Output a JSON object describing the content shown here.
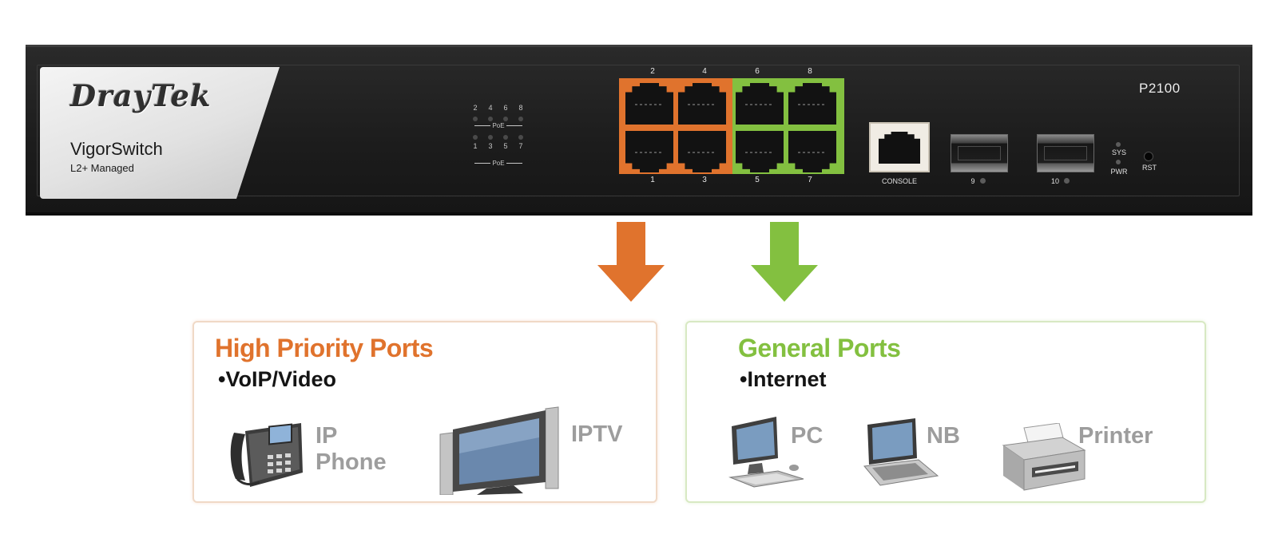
{
  "switch": {
    "brand": "DrayTek",
    "product": "VigorSwitch",
    "subtitle": "L2+ Managed",
    "model": "P2100",
    "poe_top_numbers": [
      "2",
      "4",
      "6",
      "8"
    ],
    "poe_bottom_numbers": [
      "1",
      "3",
      "5",
      "7"
    ],
    "poe_label": "PoE",
    "top_port_numbers": [
      "2",
      "4",
      "6",
      "8"
    ],
    "bottom_port_numbers": [
      "1",
      "3",
      "5",
      "7"
    ],
    "console_label": "CONSOLE",
    "sfp_labels": [
      "9",
      "10"
    ],
    "sys_label": "SYS",
    "pwr_label": "PWR",
    "rst_label": "RST"
  },
  "colors": {
    "high_priority": "#e0732d",
    "general": "#83c040"
  },
  "high_priority": {
    "title": "High Priority Ports",
    "bullet": "VoIP/Video",
    "devices": [
      {
        "icon": "ip-phone-icon",
        "label_line1": "IP",
        "label_line2": "Phone"
      },
      {
        "icon": "iptv-icon",
        "label_line1": "IPTV"
      }
    ]
  },
  "general": {
    "title": "General Ports",
    "bullet": "Internet",
    "devices": [
      {
        "icon": "pc-icon",
        "label_line1": "PC"
      },
      {
        "icon": "notebook-icon",
        "label_line1": "NB"
      },
      {
        "icon": "printer-icon",
        "label_line1": "Printer"
      }
    ]
  }
}
